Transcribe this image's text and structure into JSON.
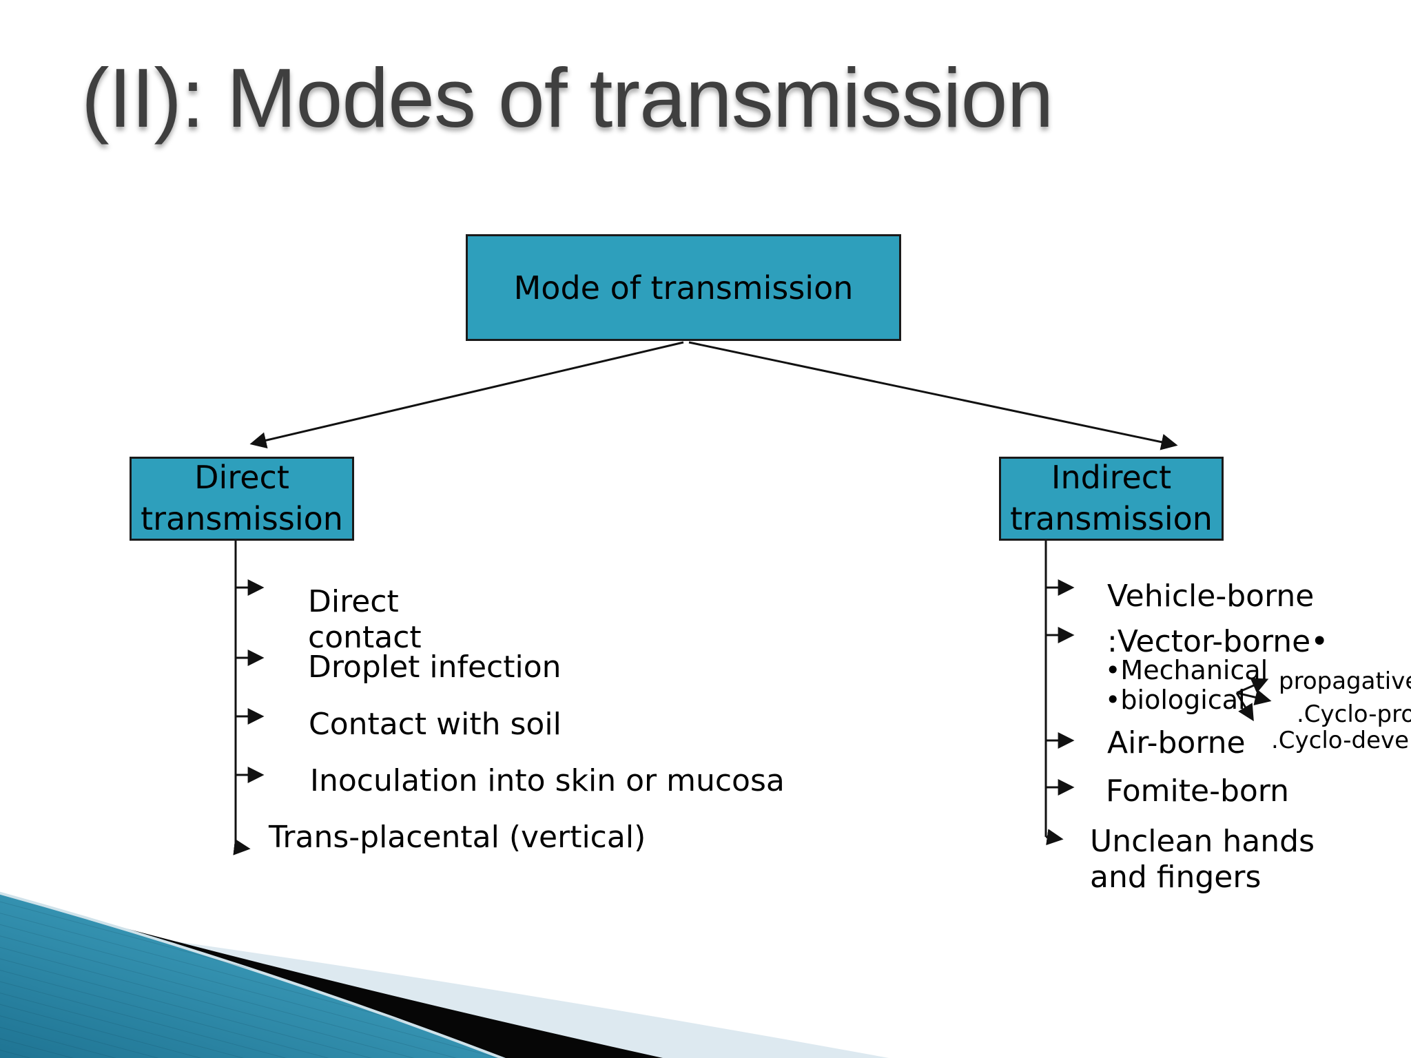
{
  "title": "(II): Modes of transmission",
  "root_box_label": "Mode of transmission",
  "left": {
    "box_label": "Direct transmission",
    "items": [
      "Direct contact",
      "Droplet infection",
      "Contact with soil",
      "Inoculation into skin or mucosa",
      "Trans-placental (vertical)"
    ]
  },
  "right": {
    "box_label": "Indirect transmission",
    "items": [
      "Vehicle-borne",
      ":Vector-borne•",
      "•Mechanical",
      "•biological",
      "Air-borne",
      "Fomite-born",
      "Unclean hands and fingers"
    ],
    "fan": [
      "propagative",
      ".Cyclo-prop",
      ".Cyclo-develop"
    ]
  },
  "colors": {
    "box_fill": "#2e9fbc",
    "box_border": "#1a1a1a",
    "connector": "#111111",
    "title_color": "#3f3f3f",
    "text_color": "#000000",
    "corner_teal_dark": "#1e7392",
    "corner_teal_light": "#4aafcd",
    "corner_black": "#060606",
    "corner_pale": "#dde9f0",
    "corner_hairline": "#cfe2ea"
  }
}
